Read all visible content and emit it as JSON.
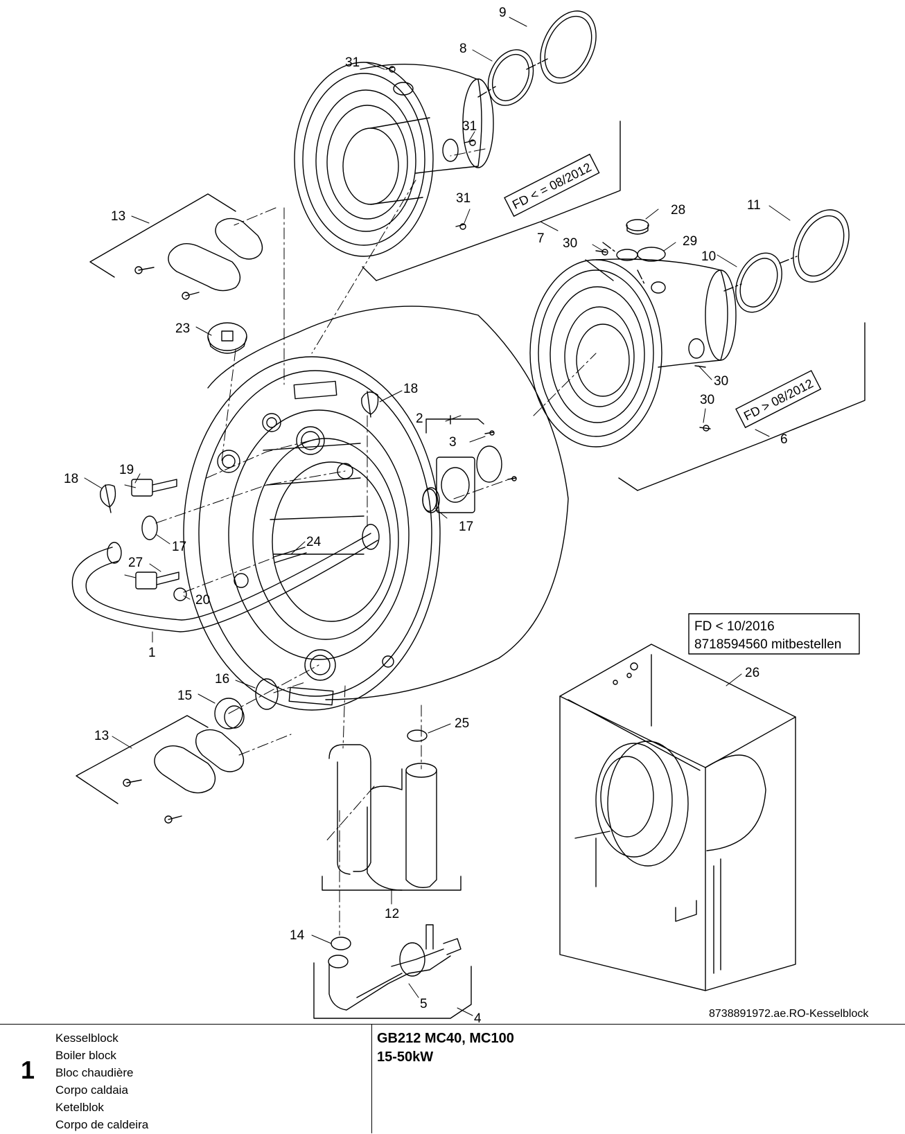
{
  "footer": {
    "page_number": "1",
    "names": [
      "Kesselblock",
      "Boiler block",
      "Bloc chaudière",
      "Corpo caldaia",
      "Ketelblok",
      "Corpo de caldeira"
    ],
    "model_line1": "GB212 MC40, MC100",
    "model_line2": "15-50kW"
  },
  "drawing_reference": "8738891972.ae.RO-Kesselblock",
  "notes": {
    "fd_old": "FD < = 08/2012",
    "fd_new": "FD > 08/2012",
    "box_line1": "FD < 10/2016",
    "box_line2": "8718594560 mitbestellen"
  },
  "callouts": {
    "c1": "1",
    "c2": "2",
    "c3": "3",
    "c4": "4",
    "c5": "5",
    "c6": "6",
    "c7": "7",
    "c8": "8",
    "c9": "9",
    "c10": "10",
    "c11": "11",
    "c12": "12",
    "c13a": "13",
    "c13b": "13",
    "c14": "14",
    "c15": "15",
    "c16": "16",
    "c17a": "17",
    "c17b": "17",
    "c18a": "18",
    "c18b": "18",
    "c19": "19",
    "c20": "20",
    "c23": "23",
    "c24": "24",
    "c25": "25",
    "c26": "26",
    "c27": "27",
    "c28": "28",
    "c29": "29",
    "c30a": "30",
    "c30b": "30",
    "c30c": "30",
    "c31a": "31",
    "c31b": "31",
    "c31c": "31"
  }
}
